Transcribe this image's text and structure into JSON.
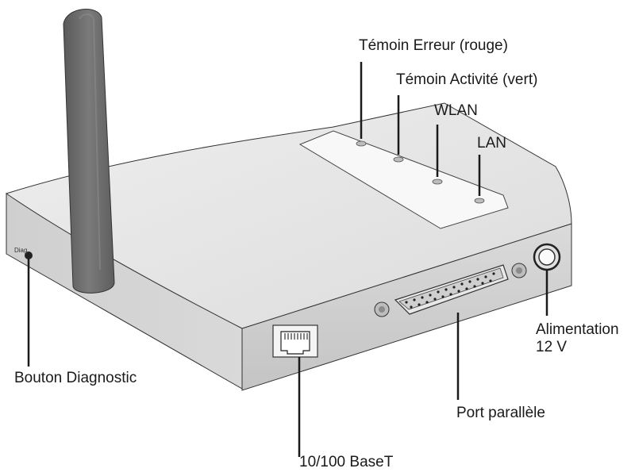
{
  "labels": {
    "error_led": "Témoin Erreur (rouge)",
    "activity_led": "Témoin Activité (vert)",
    "wlan_led": "WLAN",
    "lan_led": "LAN",
    "power_line1": "Alimentation",
    "power_line2": "12 V",
    "diagnostic_button": "Bouton Diagnostic",
    "parallel_port": "Port parallèle",
    "ethernet_port": "10/100 BaseT"
  },
  "colors": {
    "line": "#1a1a1a",
    "body_top": "#e6e6e6",
    "body_side": "#cfcfcf",
    "antenna": "#6b6b6b",
    "panel": "#f7f7f7"
  }
}
